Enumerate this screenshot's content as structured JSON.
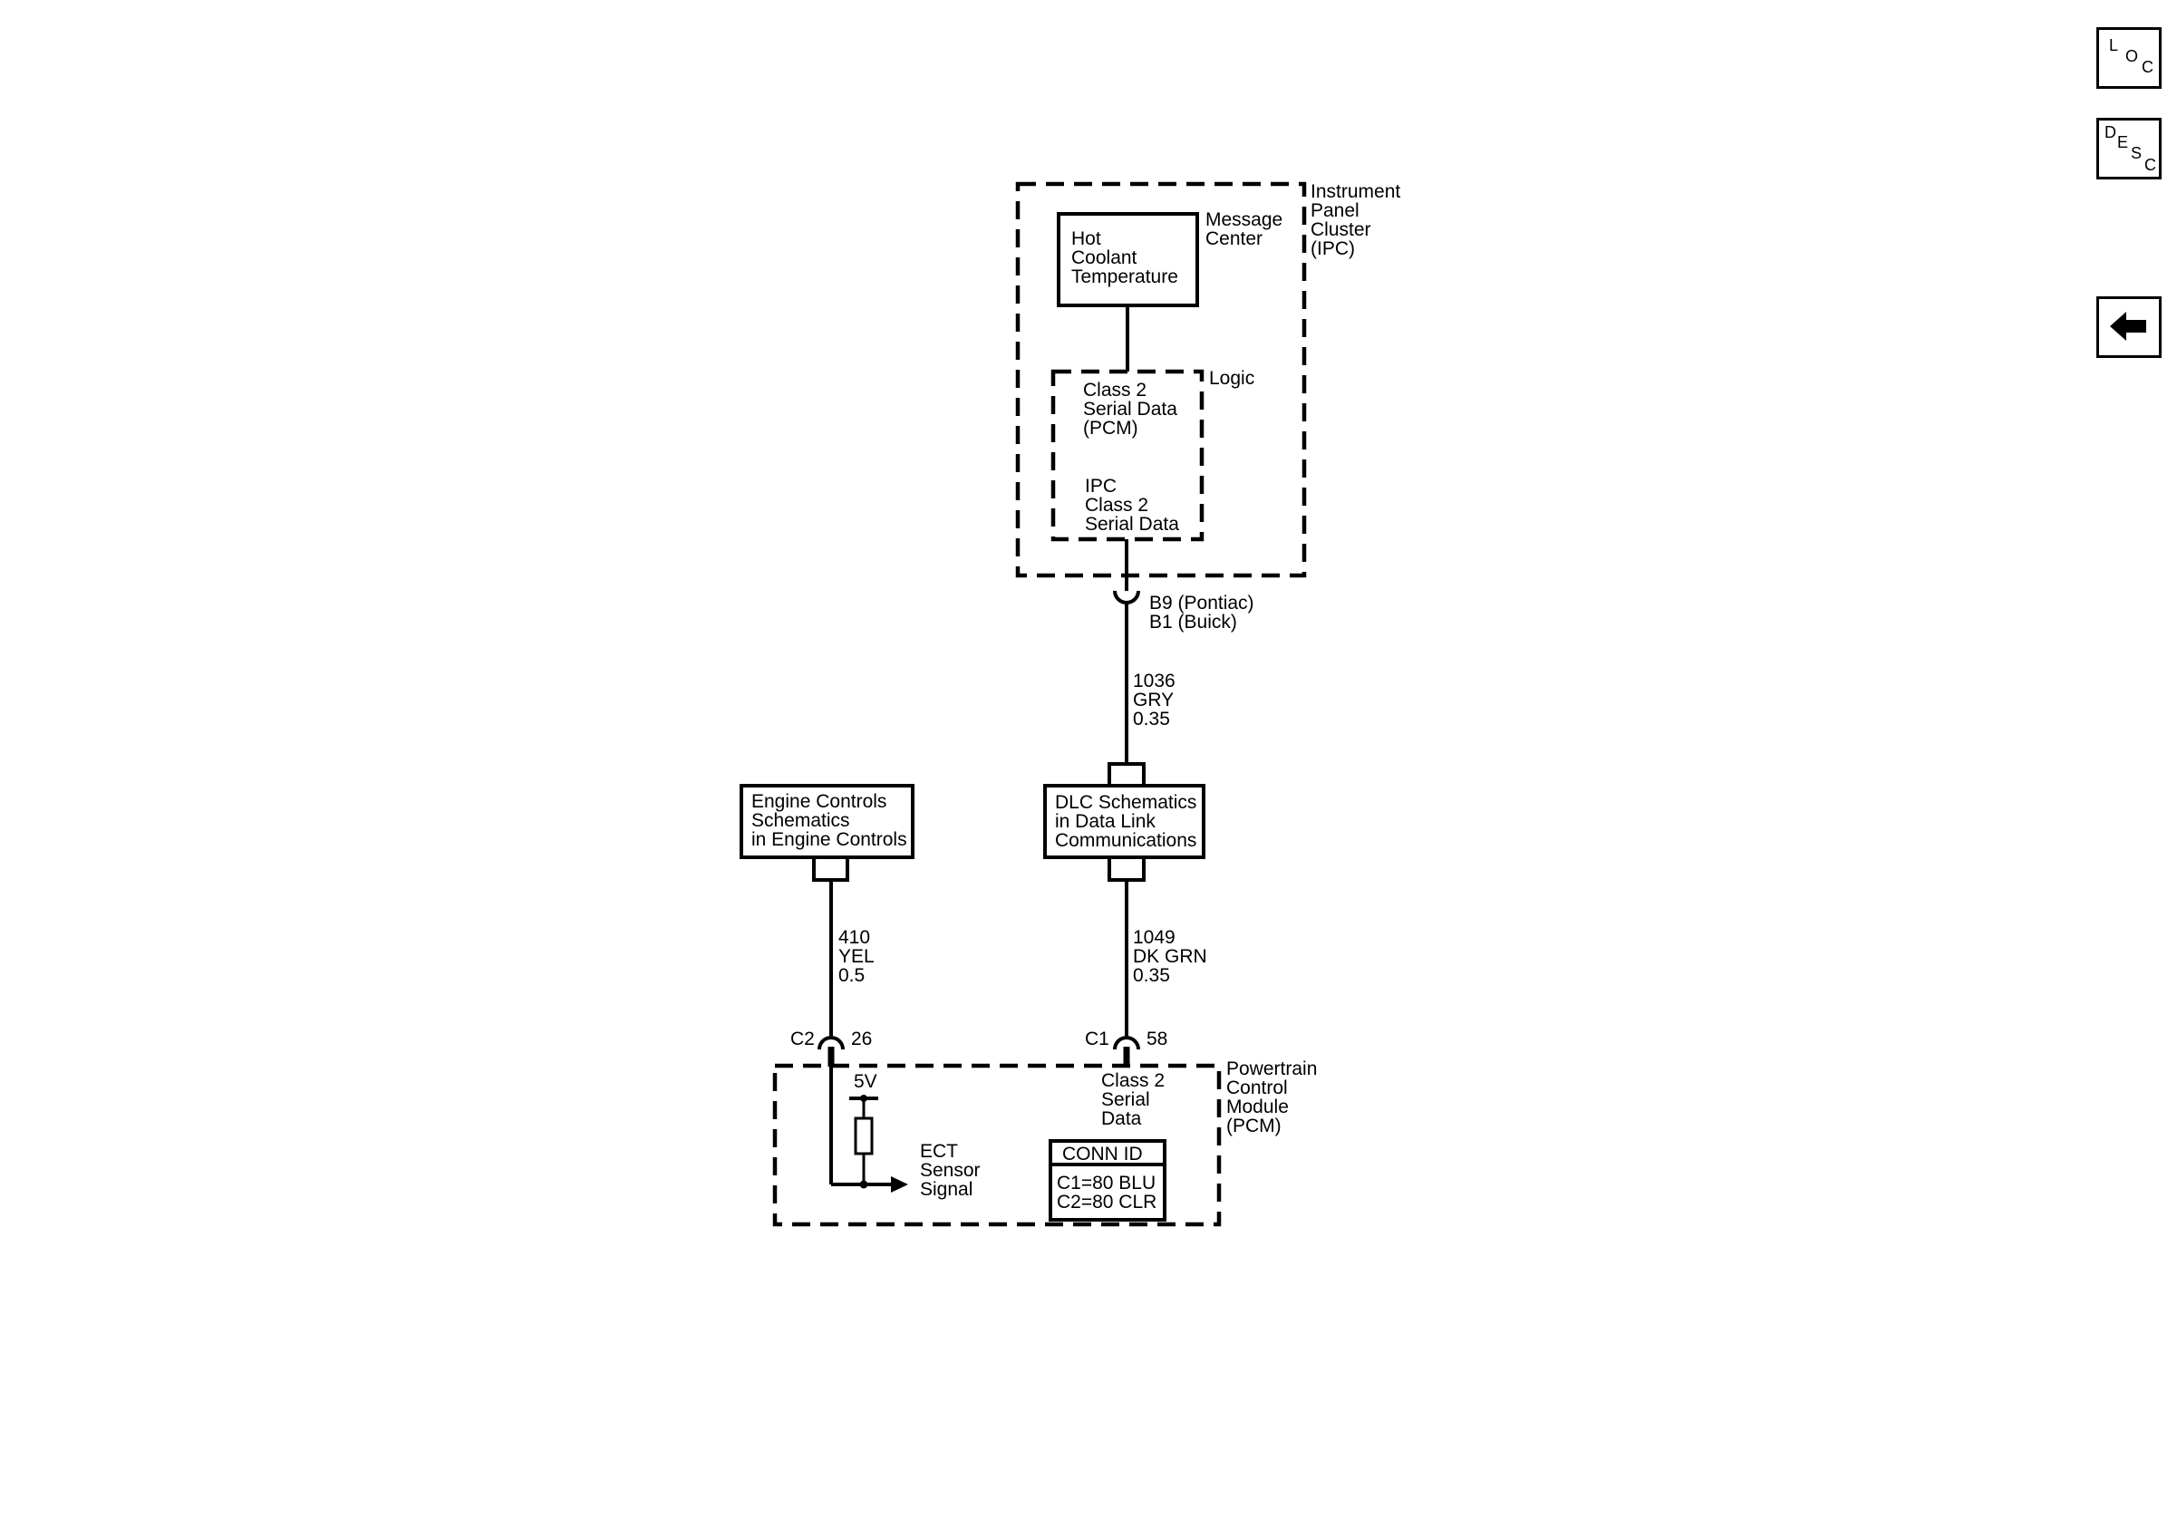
{
  "side_buttons": {
    "loc": [
      "L",
      "O",
      "C"
    ],
    "desc": [
      "D",
      "E",
      "S",
      "C"
    ]
  },
  "ipc": {
    "label": [
      "Instrument",
      "Panel",
      "Cluster",
      "(IPC)"
    ],
    "message_center_label": [
      "Message",
      "Center"
    ],
    "message_box": [
      "Hot",
      "Coolant",
      "Temperature"
    ],
    "logic_label": "Logic",
    "logic_box_top": [
      "Class 2",
      "Serial Data",
      "(PCM)"
    ],
    "logic_box_bottom": [
      "IPC",
      "Class 2",
      "Serial Data"
    ]
  },
  "ipc_connector": [
    "B9 (Pontiac)",
    "B1 (Buick)"
  ],
  "wire_upper": [
    "1036",
    "GRY",
    "0.35"
  ],
  "dlc_box": [
    "DLC Schematics",
    "in Data Link",
    "Communications"
  ],
  "engine_box": [
    "Engine Controls",
    "Schematics",
    "in Engine Controls"
  ],
  "wire_left": [
    "410",
    "YEL",
    "0.5"
  ],
  "wire_lower": [
    "1049",
    "DK GRN",
    "0.35"
  ],
  "pcm_connectors": {
    "left_conn": "C2",
    "left_pin": "26",
    "right_conn": "C1",
    "right_pin": "58"
  },
  "pcm": {
    "label": [
      "Powertrain",
      "Control",
      "Module",
      "(PCM)"
    ],
    "voltage": "5V",
    "ect_label": [
      "ECT",
      "Sensor",
      "Signal"
    ],
    "serial_label": [
      "Class 2",
      "Serial",
      "Data"
    ],
    "conn_id_title": "CONN ID",
    "conn_id_rows": [
      "C1=80 BLU",
      "C2=80 CLR"
    ]
  }
}
